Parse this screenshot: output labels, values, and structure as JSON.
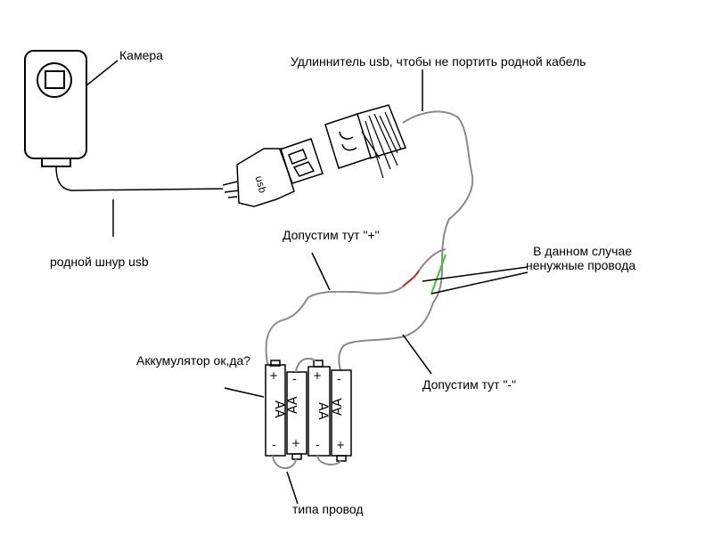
{
  "labels": {
    "camera": "Камера",
    "usb_extender": "Удлиннитель usb, чтобы не портить родной кабель",
    "native_cord": "родной шнур usb",
    "plus_wire": "Допустим тут \"+\"",
    "unused_wires_line1": "В данном случае",
    "unused_wires_line2": "ненужные провода",
    "battery": "Аккумулятор ок,да?",
    "minus_wire": "Допустим тут \"-\"",
    "wire_type": "типа провод"
  },
  "plug_text": {
    "left_plug": "usb",
    "cell_text": "AA",
    "plus": "+",
    "minus": "-"
  },
  "colors": {
    "ink": "#000000",
    "gray_wire": "#8a8a8a",
    "red_wire": "#cc2222",
    "green_wire": "#33cc33"
  }
}
